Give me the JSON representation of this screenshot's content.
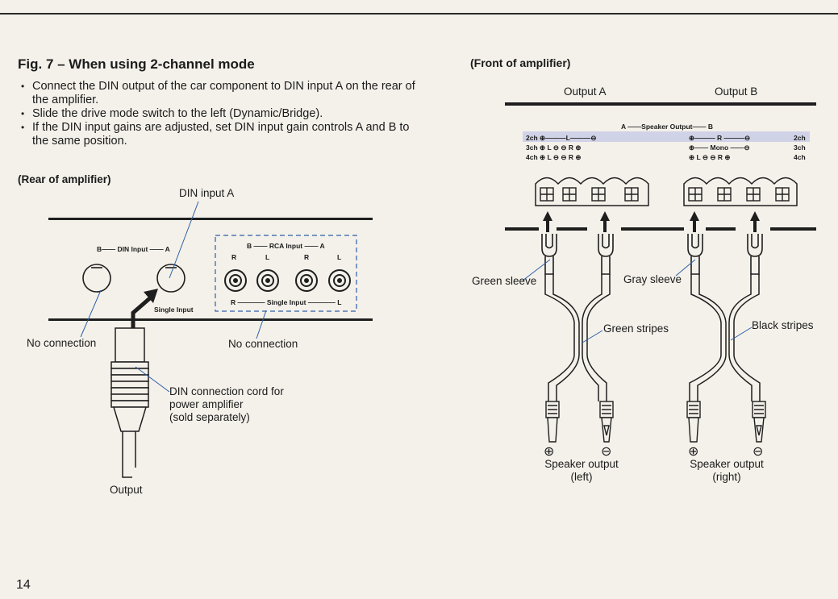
{
  "figure": {
    "number": "Fig. 7",
    "title": "Fig. 7 – When using 2-channel mode",
    "bullets": [
      "Connect the DIN output of the car component to DIN input A on the rear of the amplifier.",
      "Slide the drive mode switch to the left (Dynamic/Bridge).",
      "If the DIN input gains are adjusted, set DIN input gain controls A and B to the same position."
    ]
  },
  "rear": {
    "heading": "(Rear of amplifier)",
    "din_input_a": "DIN input A",
    "din_input_label": "B—— DIN Input —— A",
    "rca_input_label": "B —— RCA Input —— A",
    "rca_channels": [
      "R",
      "L",
      "R",
      "L"
    ],
    "single_input_rca": "R ———— Single Input ———— L",
    "single_input": "Single Input",
    "no_connection_left": "No connection",
    "no_connection_right": "No connection",
    "din_cord": [
      "DIN connection cord for",
      "power amplifier",
      "(sold separately)"
    ],
    "output": "Output"
  },
  "front": {
    "heading": "(Front of amplifier)",
    "output_a": "Output A",
    "output_b": "Output B",
    "speaker_output_label": "A ——Speaker Output—— B",
    "rows_left": [
      "2ch ⊕———L———⊖",
      "3ch ⊕ L ⊖     ⊖ R ⊕",
      "4ch ⊕ L ⊖     ⊖ R ⊕"
    ],
    "rows_right": [
      "⊕——— R ———⊖",
      "⊕—— Mono ——⊖",
      "⊕ L ⊖      ⊖ R ⊕"
    ],
    "rows_right_ch": [
      "2ch",
      "3ch",
      "4ch"
    ],
    "green_sleeve": "Green sleeve",
    "gray_sleeve": "Gray sleeve",
    "green_stripes": "Green stripes",
    "black_stripes": "Black stripes",
    "plus": "⊕",
    "minus": "⊖",
    "speaker_left": [
      "Speaker output",
      "(left)"
    ],
    "speaker_right": [
      "Speaker output",
      "(right)"
    ]
  },
  "page_number": "14"
}
